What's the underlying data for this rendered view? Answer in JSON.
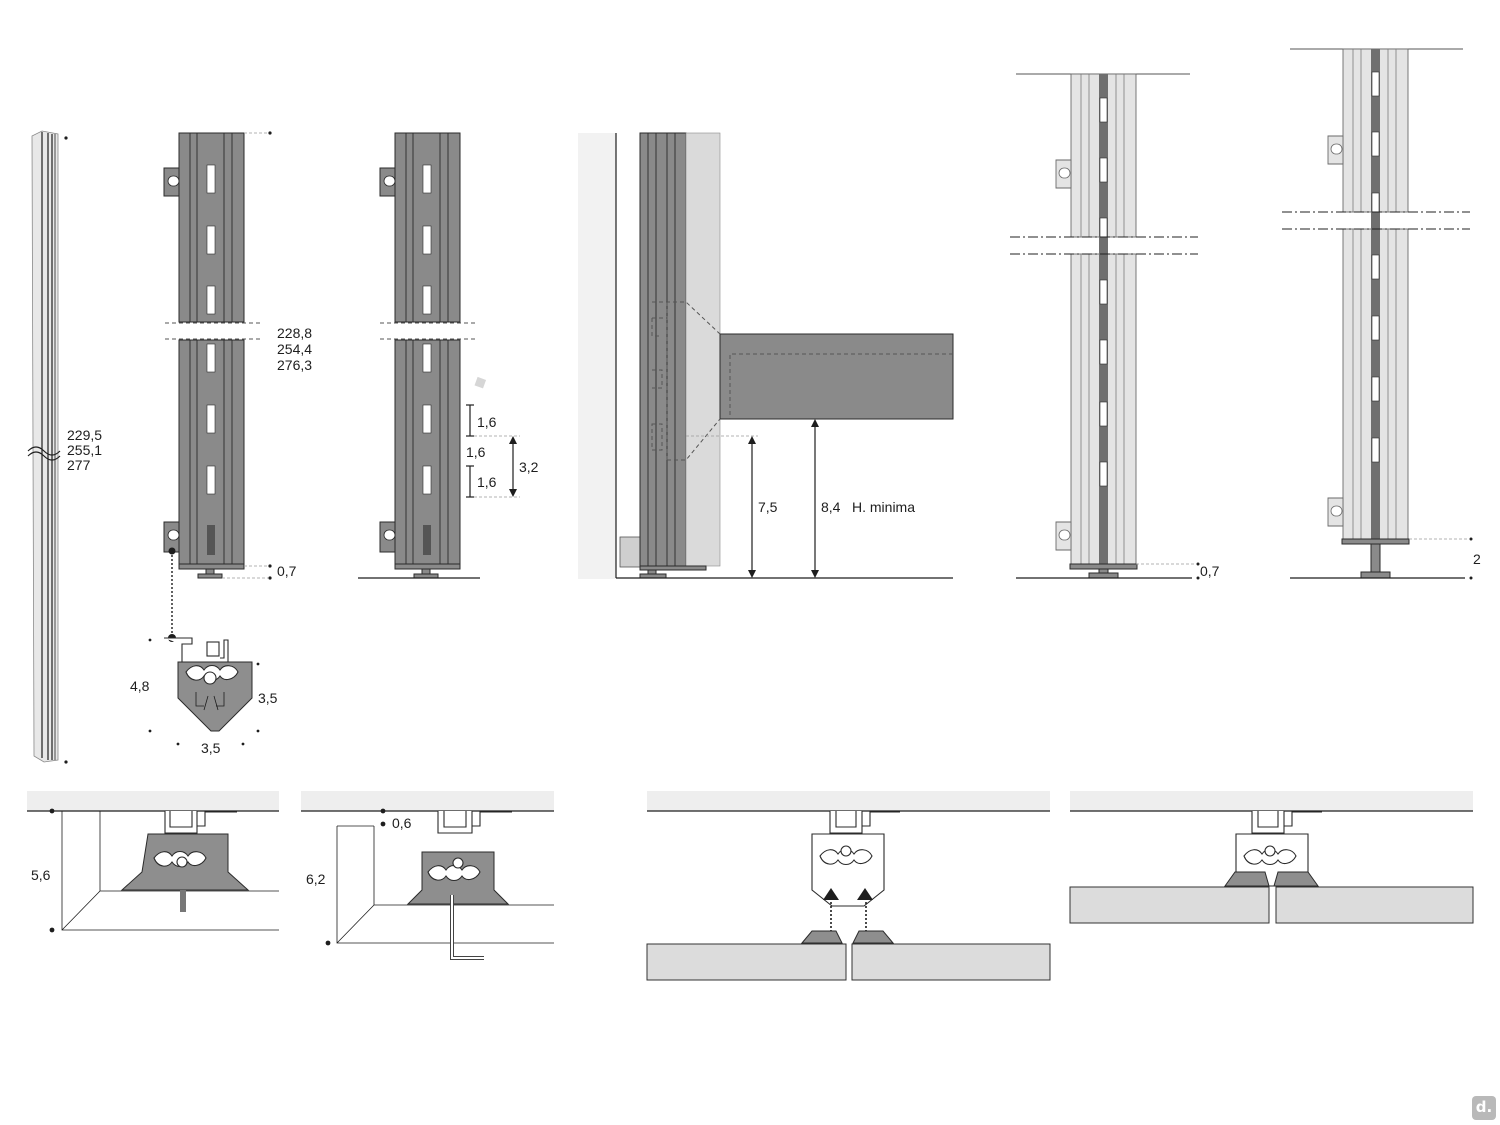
{
  "dimensions": {
    "rail_height_values": [
      "229,5",
      "255,1",
      "277"
    ],
    "profile_length_values": [
      "228,8",
      "254,4",
      "276,3"
    ],
    "gap_bottom": "0,7",
    "section_width": "4,8",
    "section_depth": "3,5",
    "section_base": "3,5",
    "slot_pitch_a": "1,6",
    "slot_pitch_b": "1,6",
    "slot_pitch_c": "1,6",
    "slot_pitch_total": "3,2",
    "inner_height": "7,5",
    "min_height_value": "8,4",
    "min_height_label": "H. minima",
    "right_gap_bottom": "0,7",
    "foot_height": "2",
    "depth_left": "5,6",
    "depth_right": "6,2",
    "offset_top": "0,6"
  },
  "logo": {
    "text": "d."
  },
  "colors": {
    "profile_dark": "#8a8a8a",
    "profile_light": "#e4e4e4",
    "panel": "#dcdcdc",
    "ink": "#1e1e1e"
  }
}
